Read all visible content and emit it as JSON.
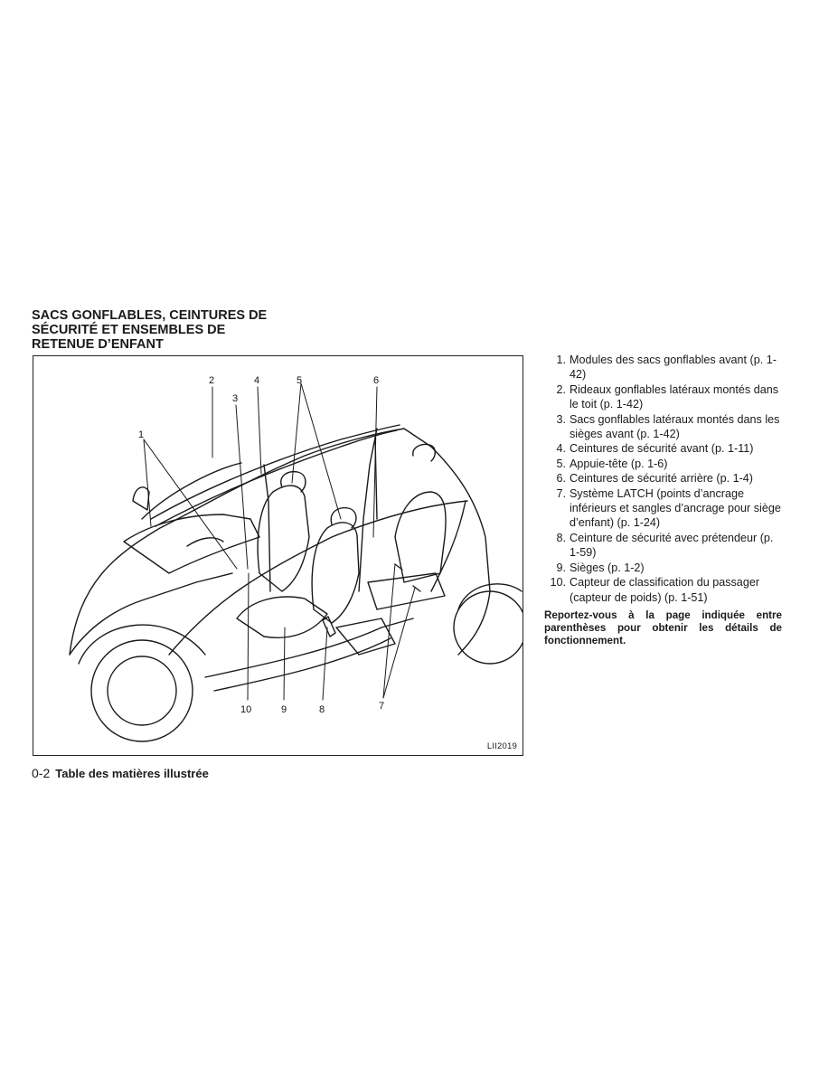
{
  "title_lines": [
    "SACS GONFLABLES, CEINTURES DE",
    "SÉCURITÉ ET ENSEMBLES DE",
    "RETENUE D’ENFANT"
  ],
  "figure": {
    "code": "LII2019",
    "callouts": [
      "1",
      "2",
      "3",
      "4",
      "5",
      "6",
      "7",
      "8",
      "9",
      "10"
    ]
  },
  "legend": [
    {
      "num": "1.",
      "text": "Modules des sacs gonflables avant (p. 1-42)"
    },
    {
      "num": "2.",
      "text": "Rideaux gonflables latéraux montés dans le toit (p. 1-42)"
    },
    {
      "num": "3.",
      "text": "Sacs gonflables latéraux montés dans les sièges avant (p. 1-42)"
    },
    {
      "num": "4.",
      "text": "Ceintures de sécurité avant (p. 1-11)"
    },
    {
      "num": "5.",
      "text": "Appuie-tête (p. 1-6)"
    },
    {
      "num": "6.",
      "text": "Ceintures de sécurité arrière (p. 1-4)"
    },
    {
      "num": "7.",
      "text": "Système LATCH (points d’ancrage inférieurs et sangles d’ancrage pour siège d’enfant) (p. 1-24)"
    },
    {
      "num": "8.",
      "text": "Ceinture de sécurité avec prétendeur (p. 1-59)"
    },
    {
      "num": "9.",
      "text": "Sièges (p. 1-2)"
    },
    {
      "num": "10.",
      "text": "Capteur de classification du passager (capteur de poids) (p. 1-51)"
    }
  ],
  "note": "Reportez-vous à la page indiquée entre parenthèses pour obtenir les détails de fonctionnement.",
  "footer": {
    "page": "0-2",
    "section": "Table des matières illustrée"
  }
}
